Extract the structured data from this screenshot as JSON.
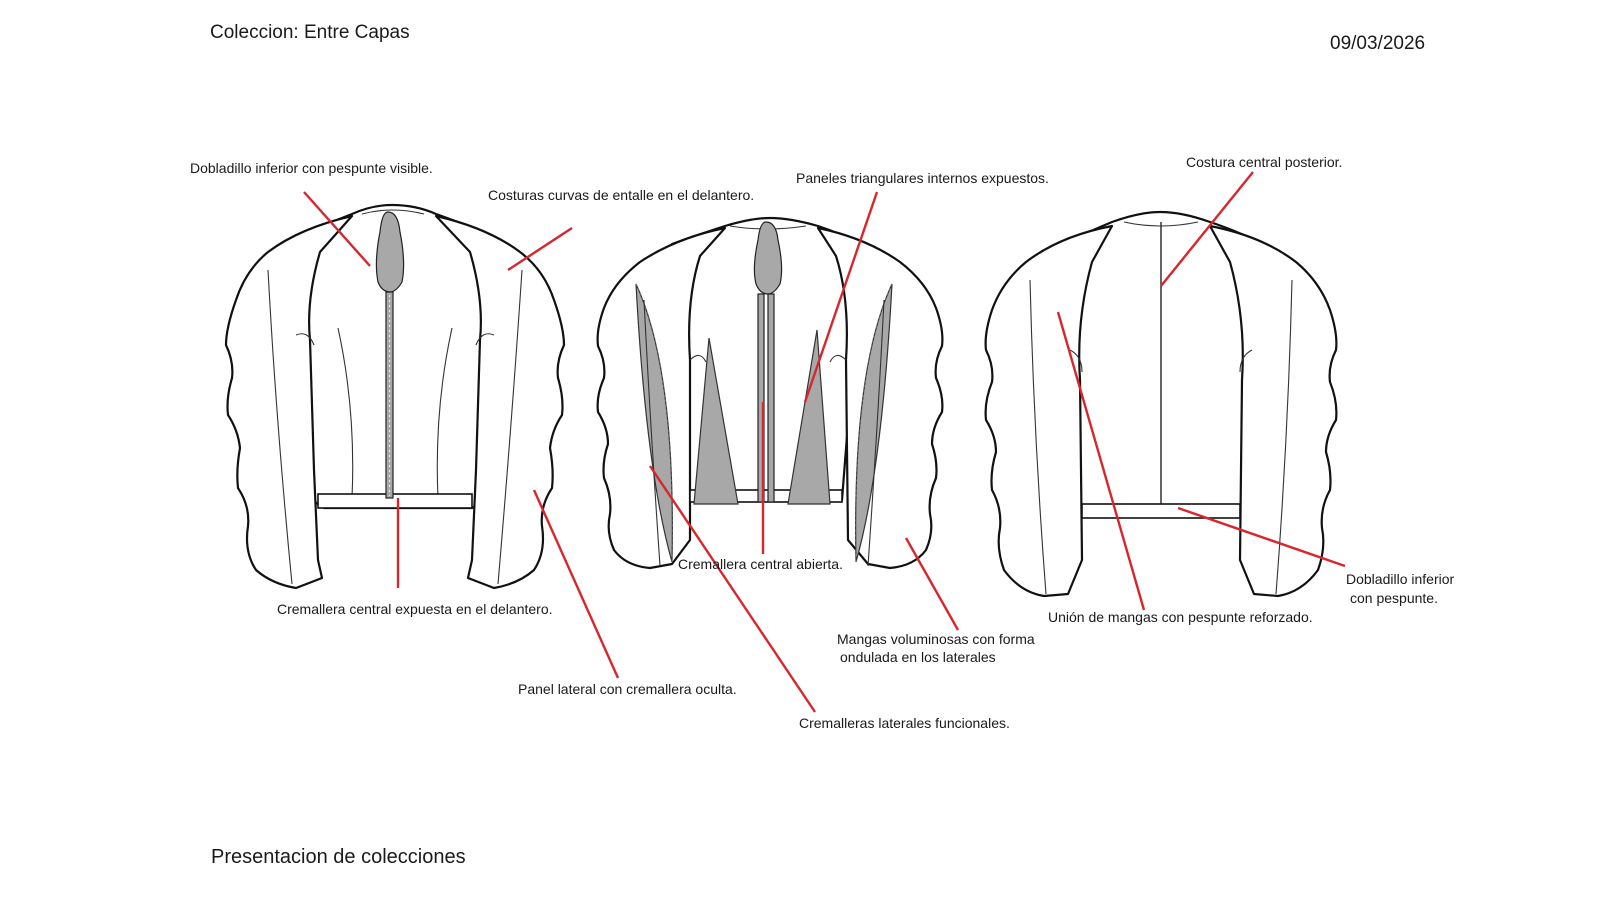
{
  "header": {
    "collection": "Coleccion: Entre Capas",
    "date": "09/03/2026"
  },
  "footer": {
    "title": "Presentacion de colecciones"
  },
  "annotations": {
    "front_hem": "Dobladillo inferior con pespunte visible.",
    "front_curved_seams": "Costuras curvas de entalle en el delantero.",
    "front_zip": "Cremallera central expuesta en el delantero.",
    "side_panel": "Panel lateral con cremallera oculta.",
    "triangular_panels": "Paneles triangulares internos expuestos.",
    "open_zip": "Cremallera central abierta.",
    "side_zips": "Cremalleras laterales funcionales.",
    "volume_sleeves_line1": "Mangas voluminosas con forma",
    "volume_sleeves_line2": "ondulada en los laterales",
    "back_seam": "Costura central posterior.",
    "sleeve_join": "Unión de mangas con pespunte reforzado.",
    "back_hem_line1": "Dobladillo inferior",
    "back_hem_line2": "con pespunte."
  },
  "colors": {
    "leader": "#d7262e",
    "panel_fill": "#a8a8a8",
    "outline": "#111111"
  }
}
